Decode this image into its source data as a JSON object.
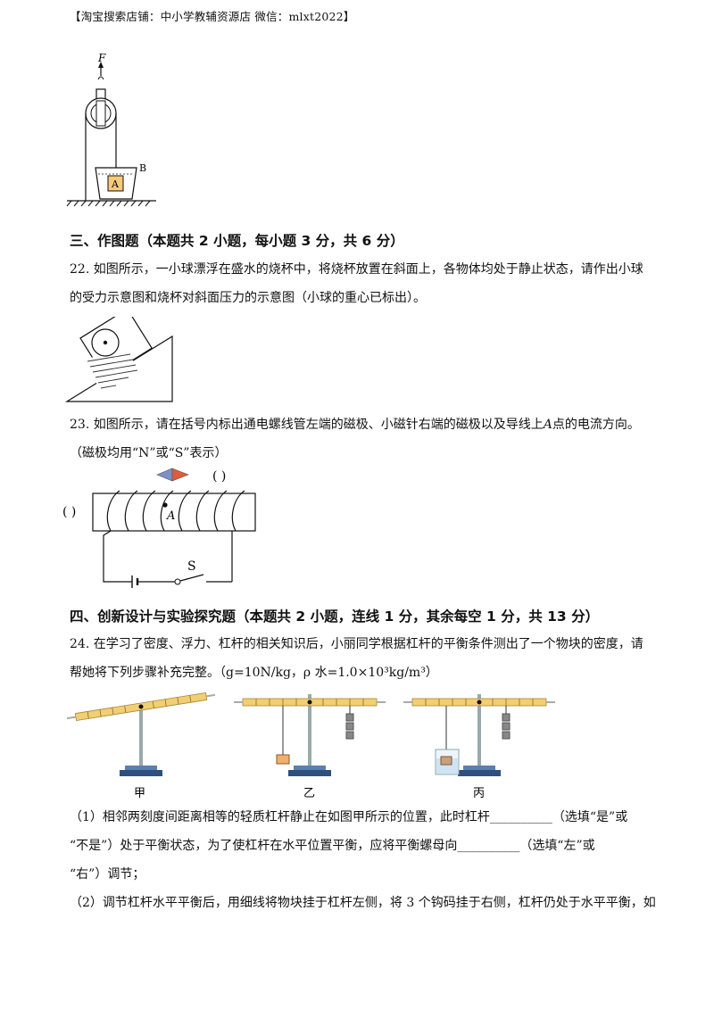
{
  "header": "【淘宝搜索店铺：中小学教辅资源店 微信：mlxt2022】",
  "fig_pulley": {
    "force_label": "F",
    "block_label": "A",
    "beaker_label": "B"
  },
  "section3": {
    "title": "三、作图题（本题共 2 小题，每小题 3 分，共 6 分）",
    "q22": {
      "line1": "22. 如图所示，一小球漂浮在盛水的烧杯中，将烧杯放置在斜面上，各物体均处于静止状态，请作出小球",
      "line2": "的受力示意图和烧杯对斜面压力的示意图（小球的重心已标出）。"
    },
    "q23": {
      "line1": "23. 如图所示，请在括号内标出通电螺线管左端的磁极、小磁针右端的磁极以及导线上",
      "point": "A",
      "line1_end": "点的电流方向。",
      "line2": "（磁极均用“N”或“S”表示）",
      "fig": {
        "left_bracket": "(    )",
        "right_bracket": "(    )",
        "point_label": "A",
        "switch_label": "S"
      }
    }
  },
  "section4": {
    "title": "四、创新设计与实验探究题（本题共 2 小题，连线 1 分，其余每空 1 分，共 13 分）",
    "q24": {
      "line1": "24. 在学习了密度、浮力、杠杆的相关知识后，小丽同学根据杠杆的平衡条件测出了一个物块的密度，请",
      "line2": "帮她将下列步骤补充完整。（g=10N/kg，ρ 水=1.0×10³kg/m³）",
      "fig_labels": [
        "甲",
        "乙",
        "丙"
      ],
      "part1_line1": "（1）相邻两刻度间距离相等的轻质杠杆静止在如图甲所示的位置，此时杠杆__________（选填“是”或",
      "part1_line2": "“不是”）处于平衡状态，为了使杠杆在水平位置平衡，应将平衡螺母向__________（选填“左”或",
      "part1_line3": "“右”）调节；",
      "part2_line1": "（2）调节杠杆水平平衡后，用细线将物块挂于杠杆左侧，将 3 个钩码挂于右侧，杠杆仍处于水平平衡，如"
    }
  }
}
